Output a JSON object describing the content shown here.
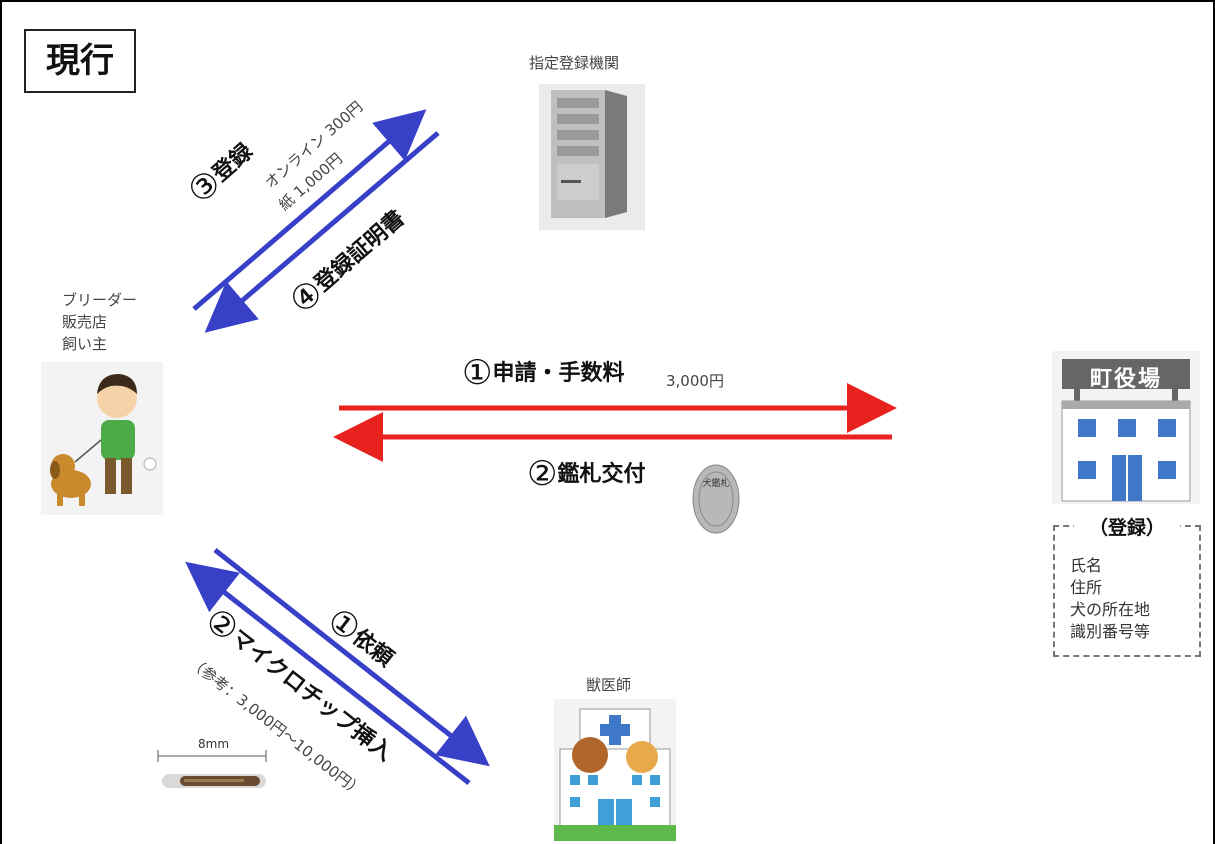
{
  "title": "現行",
  "nodes": {
    "registry": {
      "label": "指定登録機関"
    },
    "owner": {
      "label": "ブリーダー\n販売店\n飼い主"
    },
    "town": {
      "sign": "町役場"
    },
    "vet": {
      "label": "獣医師"
    }
  },
  "registration": {
    "title": "（登録）",
    "items": "氏名\n住所\n犬の所在地\n識別番号等"
  },
  "flows": {
    "registry_register": {
      "num": "③",
      "label": "登録",
      "note1": "オンライン 300円",
      "note2": "紙 1,000円"
    },
    "registry_certificate": {
      "num": "④",
      "label": "登録証明書"
    },
    "town_apply": {
      "num": "①",
      "label": "申請・手数料",
      "fee": "3,000円"
    },
    "town_tag": {
      "num": "②",
      "label": "鑑札交付"
    },
    "vet_request": {
      "num": "①",
      "label": "依頼"
    },
    "vet_chip": {
      "num": "②",
      "label": "マイクロチップ挿入",
      "note": "（参考：3,000円～10,000円）"
    }
  },
  "chip": {
    "size_label": "8mm"
  },
  "tag": {
    "text": "犬鑑札"
  },
  "colors": {
    "red_arrow": "#e8231f",
    "blue_arrow": "#3840c8",
    "title_border": "#222222"
  }
}
